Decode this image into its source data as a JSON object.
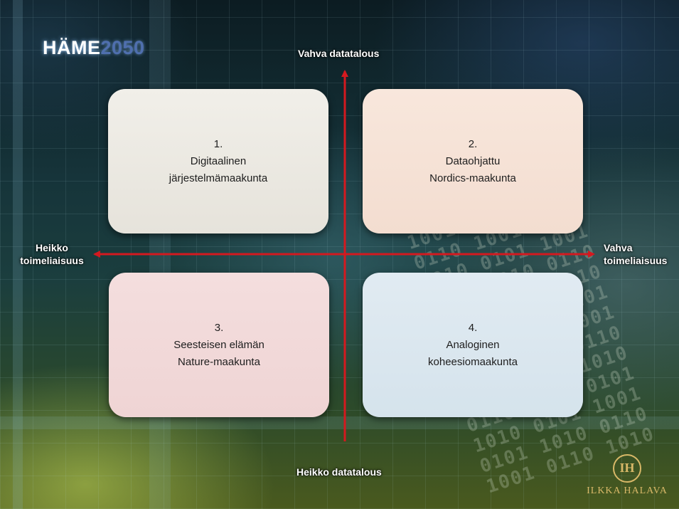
{
  "brand": {
    "part1": "HÄME",
    "part2": "2050"
  },
  "axes": {
    "top": "Vahva datatalous",
    "bottom": "Heikko datatalous",
    "left": [
      "Heikko",
      "toimeliaisuus"
    ],
    "right": [
      "Vahva",
      "toimeliaisuus"
    ],
    "color": "#d4191f"
  },
  "quadrants": [
    {
      "number": "1.",
      "line1": "Digitaalinen",
      "line2": "järjestelmämaakunta",
      "color": "#eceae3"
    },
    {
      "number": "2.",
      "line1": "Dataohjattu",
      "line2": "Nordics-maakunta",
      "color": "#f6e2d6"
    },
    {
      "number": "3.",
      "line1": "Seesteisen elämän",
      "line2": "Nature-maakunta",
      "color": "#f2d9d9"
    },
    {
      "number": "4.",
      "line1": "Analoginen",
      "line2": "koheesiomaakunta",
      "color": "#dbe7ef"
    }
  ],
  "logo": {
    "monogram": "IH",
    "name": "ILKKA HALAVA",
    "color": "#d8b868"
  }
}
